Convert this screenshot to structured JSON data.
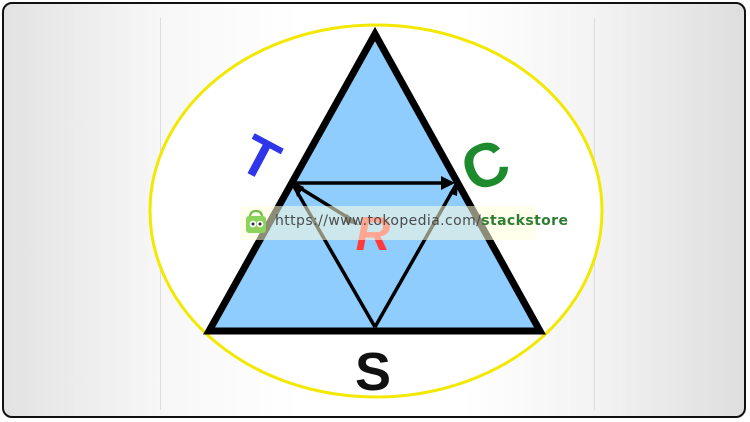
{
  "logo": {
    "letters": {
      "top_left": "T",
      "top_right": "C",
      "center": "R",
      "bottom": "S"
    },
    "colors": {
      "ellipse_stroke": "#f2e800",
      "triangle_fill": "#8fcdff",
      "triangle_stroke": "#000000",
      "letter_t": "#2f35e8",
      "letter_c": "#1e8a2e",
      "letter_r": "#ff3b3b",
      "letter_s": "#111111"
    }
  },
  "watermark": {
    "url_prefix": "https://www.tokopedia.com/",
    "url_store": "stackstore",
    "icon": "tokopedia-bag-icon"
  }
}
